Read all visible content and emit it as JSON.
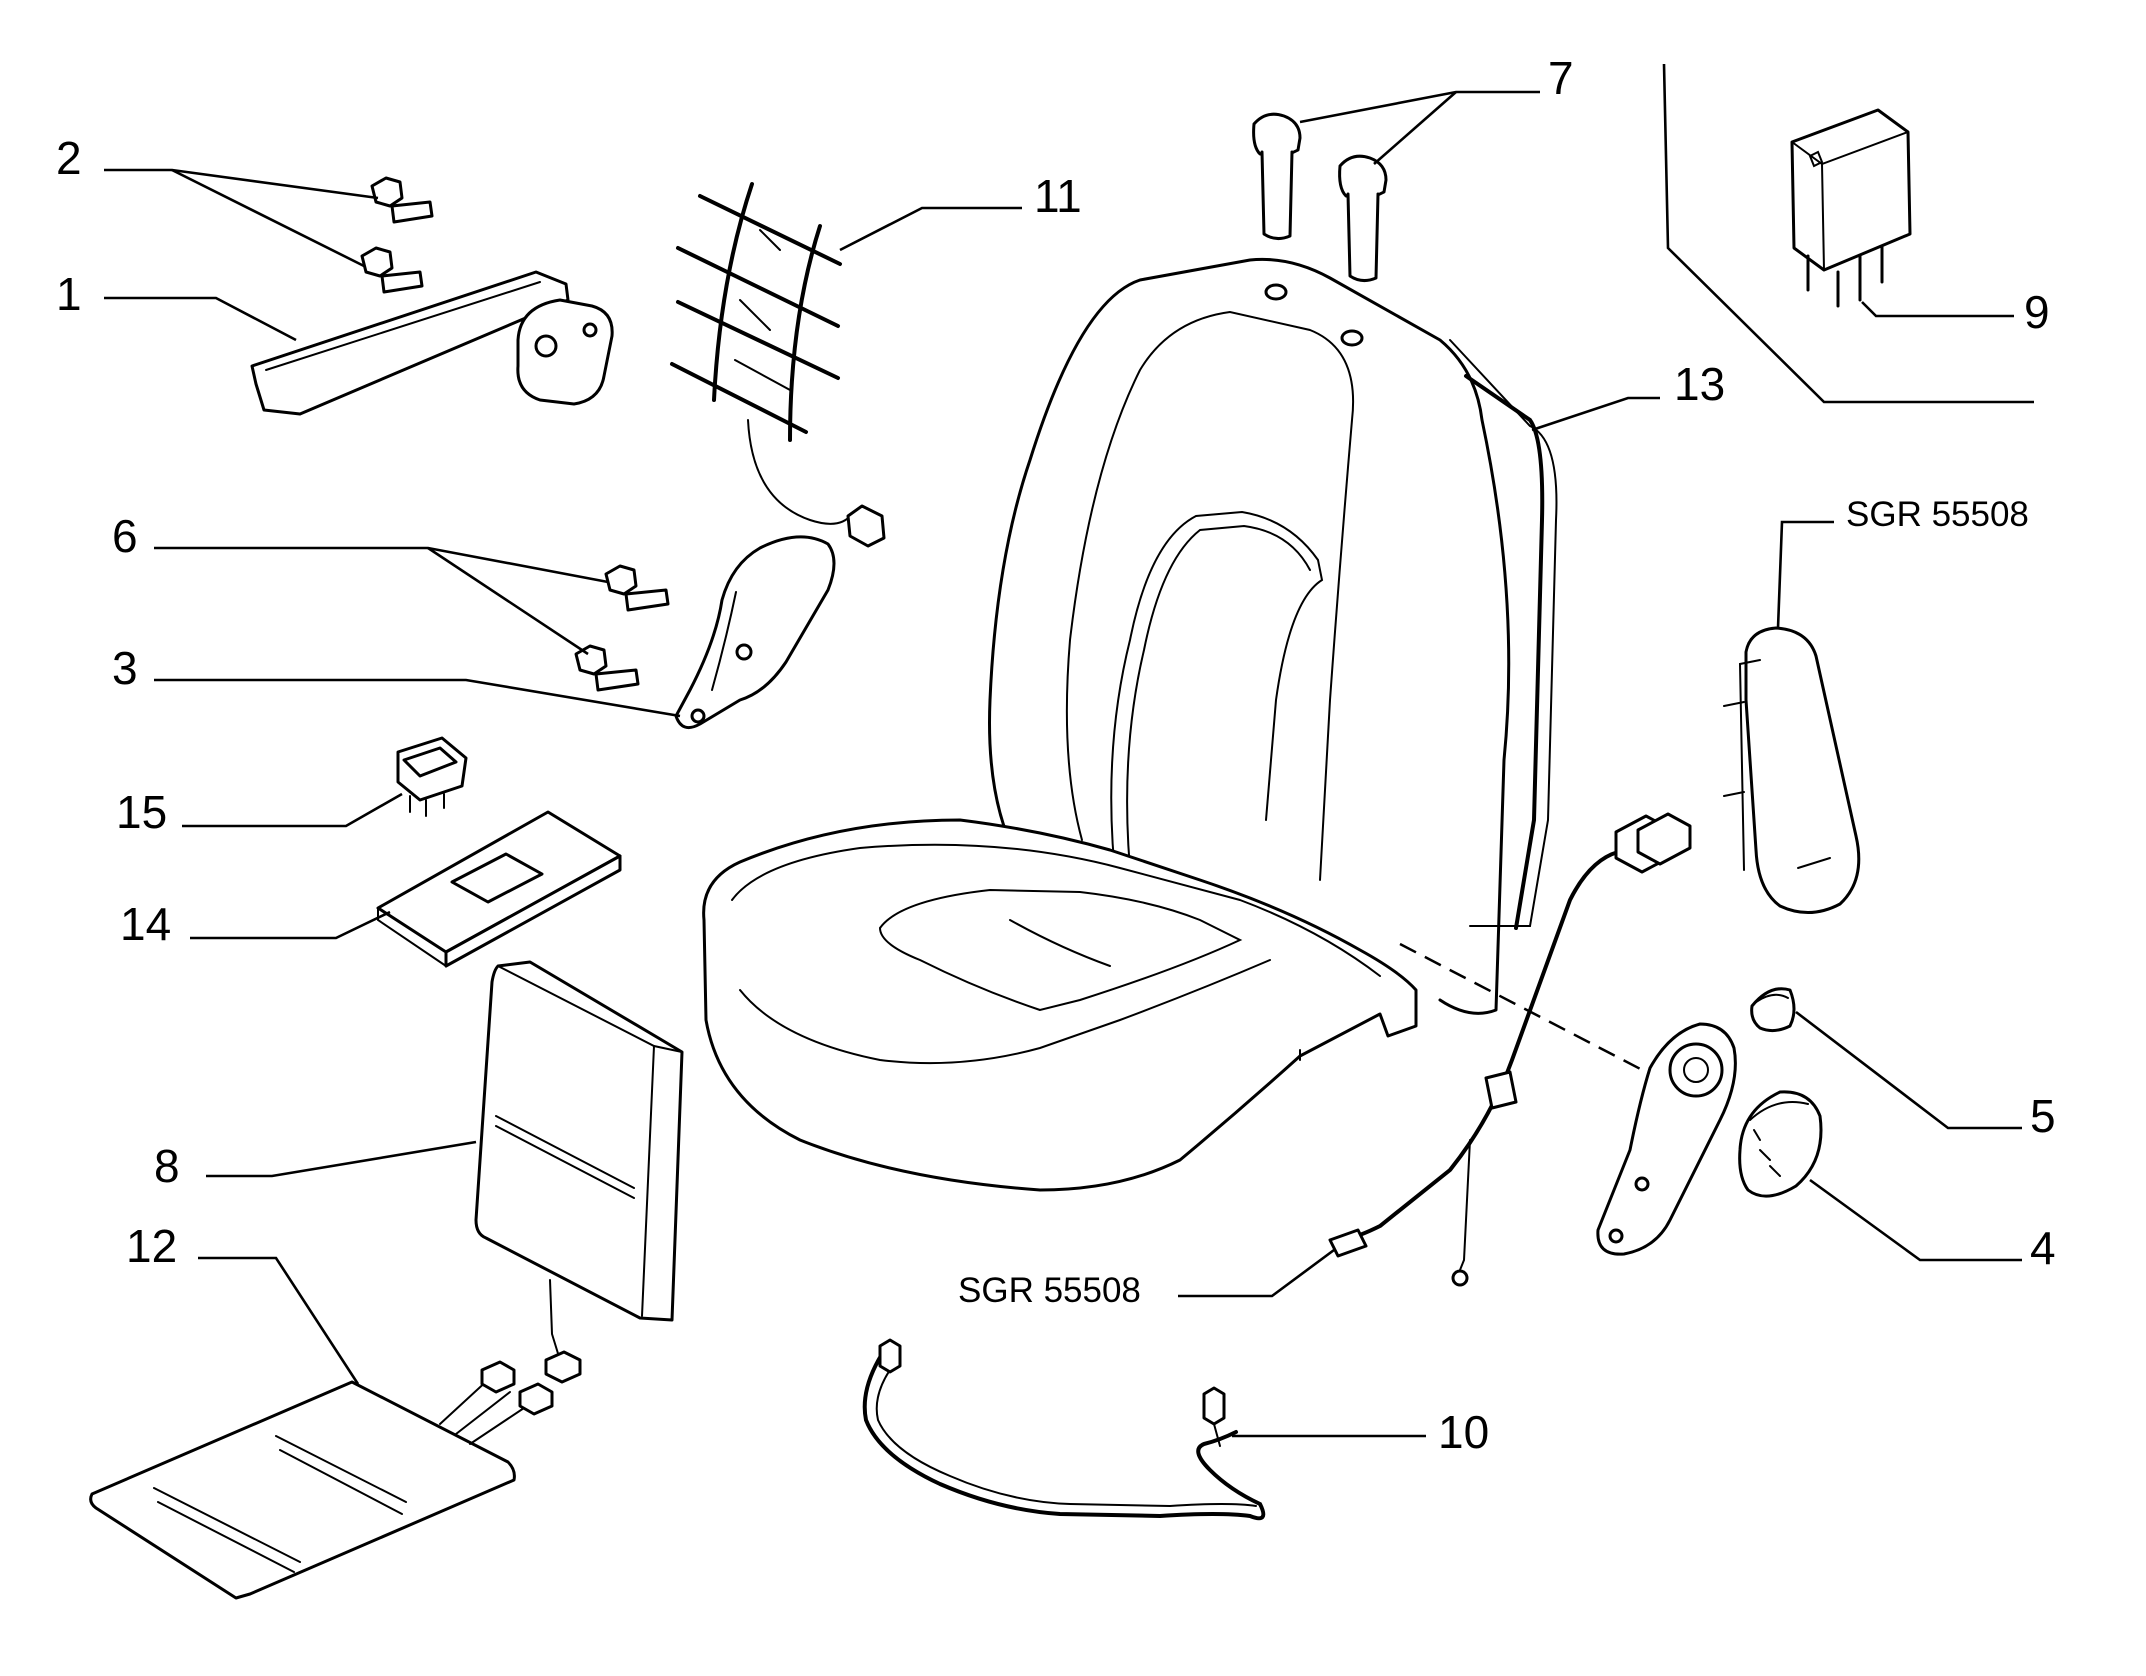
{
  "callouts": {
    "c1": "1",
    "c2": "2",
    "c3": "3",
    "c4": "4",
    "c5": "5",
    "c6": "6",
    "c7": "7",
    "c8": "8",
    "c9": "9",
    "c10": "10",
    "c11": "11",
    "c12": "12",
    "c13": "13",
    "c14": "14",
    "c15": "15",
    "ref_upper": "SGR 55508",
    "ref_lower": "SGR 55508"
  }
}
